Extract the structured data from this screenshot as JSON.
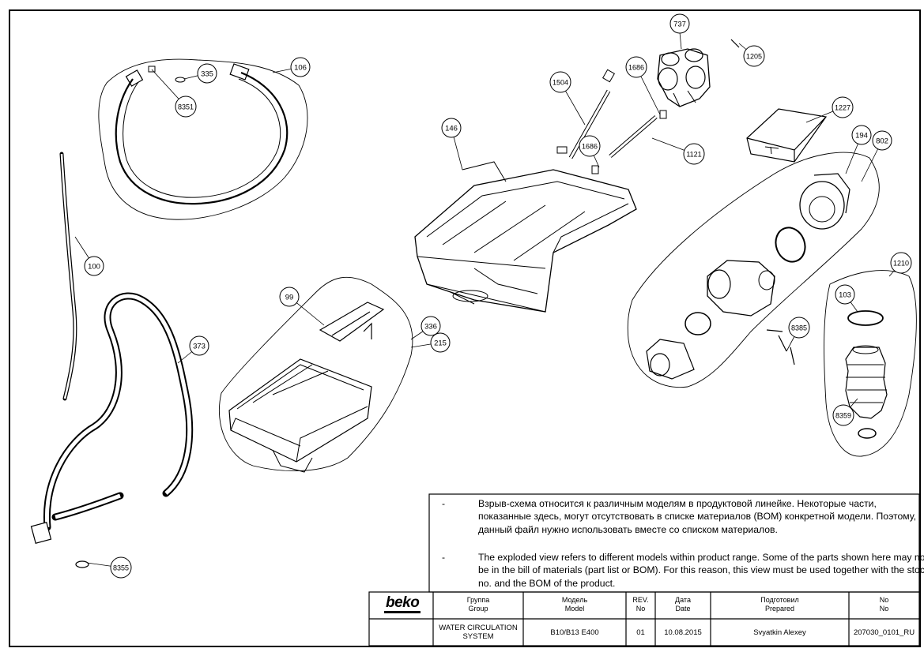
{
  "callouts": [
    {
      "id": "c-737",
      "label": "737"
    },
    {
      "id": "c-1205",
      "label": "1205"
    },
    {
      "id": "c-335",
      "label": "335"
    },
    {
      "id": "c-106",
      "label": "106"
    },
    {
      "id": "c-8351",
      "label": "8351"
    },
    {
      "id": "c-1504",
      "label": "1504"
    },
    {
      "id": "c-1686a",
      "label": "1686"
    },
    {
      "id": "c-1686b",
      "label": "1686"
    },
    {
      "id": "c-146",
      "label": "146"
    },
    {
      "id": "c-1121",
      "label": "1121"
    },
    {
      "id": "c-1227",
      "label": "1227"
    },
    {
      "id": "c-194",
      "label": "194"
    },
    {
      "id": "c-802",
      "label": "802"
    },
    {
      "id": "c-100",
      "label": "100"
    },
    {
      "id": "c-99",
      "label": "99"
    },
    {
      "id": "c-373",
      "label": "373"
    },
    {
      "id": "c-336",
      "label": "336"
    },
    {
      "id": "c-215",
      "label": "215"
    },
    {
      "id": "c-8385",
      "label": "8385"
    },
    {
      "id": "c-1210",
      "label": "1210"
    },
    {
      "id": "c-103",
      "label": "103"
    },
    {
      "id": "c-8359",
      "label": "8359"
    },
    {
      "id": "c-8355",
      "label": "8355"
    }
  ],
  "notes": {
    "dash": "-",
    "ru": "Взрыв-схема относится к различным моделям в продуктовой линейке. Некоторые части, показанные здесь, могут отсутствовать в списке материалов (BOM) конкретной модели. Поэтому, данный файл нужно использовать вместе со списком материалов.",
    "en": "The exploded view refers to different models within product range. Some of the parts shown here may not be in the bill of materials (part list or BOM). For this reason, this view must be used together with the stock no. and the BOM of the product."
  },
  "title_block": {
    "logo": "beko",
    "headers": {
      "group_ru": "Группа",
      "group_en": "Group",
      "model_ru": "Модель",
      "model_en": "Model",
      "rev_ru": "REV.",
      "rev_en": "No",
      "date_ru": "Дата",
      "date_en": "Date",
      "prepared_ru": "Подготовил",
      "prepared_en": "Prepared",
      "no_ru": "No",
      "no_en": "No"
    },
    "values": {
      "group_line1": "WATER CIRCULATION",
      "group_line2": "SYSTEM",
      "model": "B10/B13 E400",
      "rev": "01",
      "date": "10.08.2015",
      "prepared": "Svyatkin Alexey",
      "no": "207030_0101_RU"
    }
  }
}
